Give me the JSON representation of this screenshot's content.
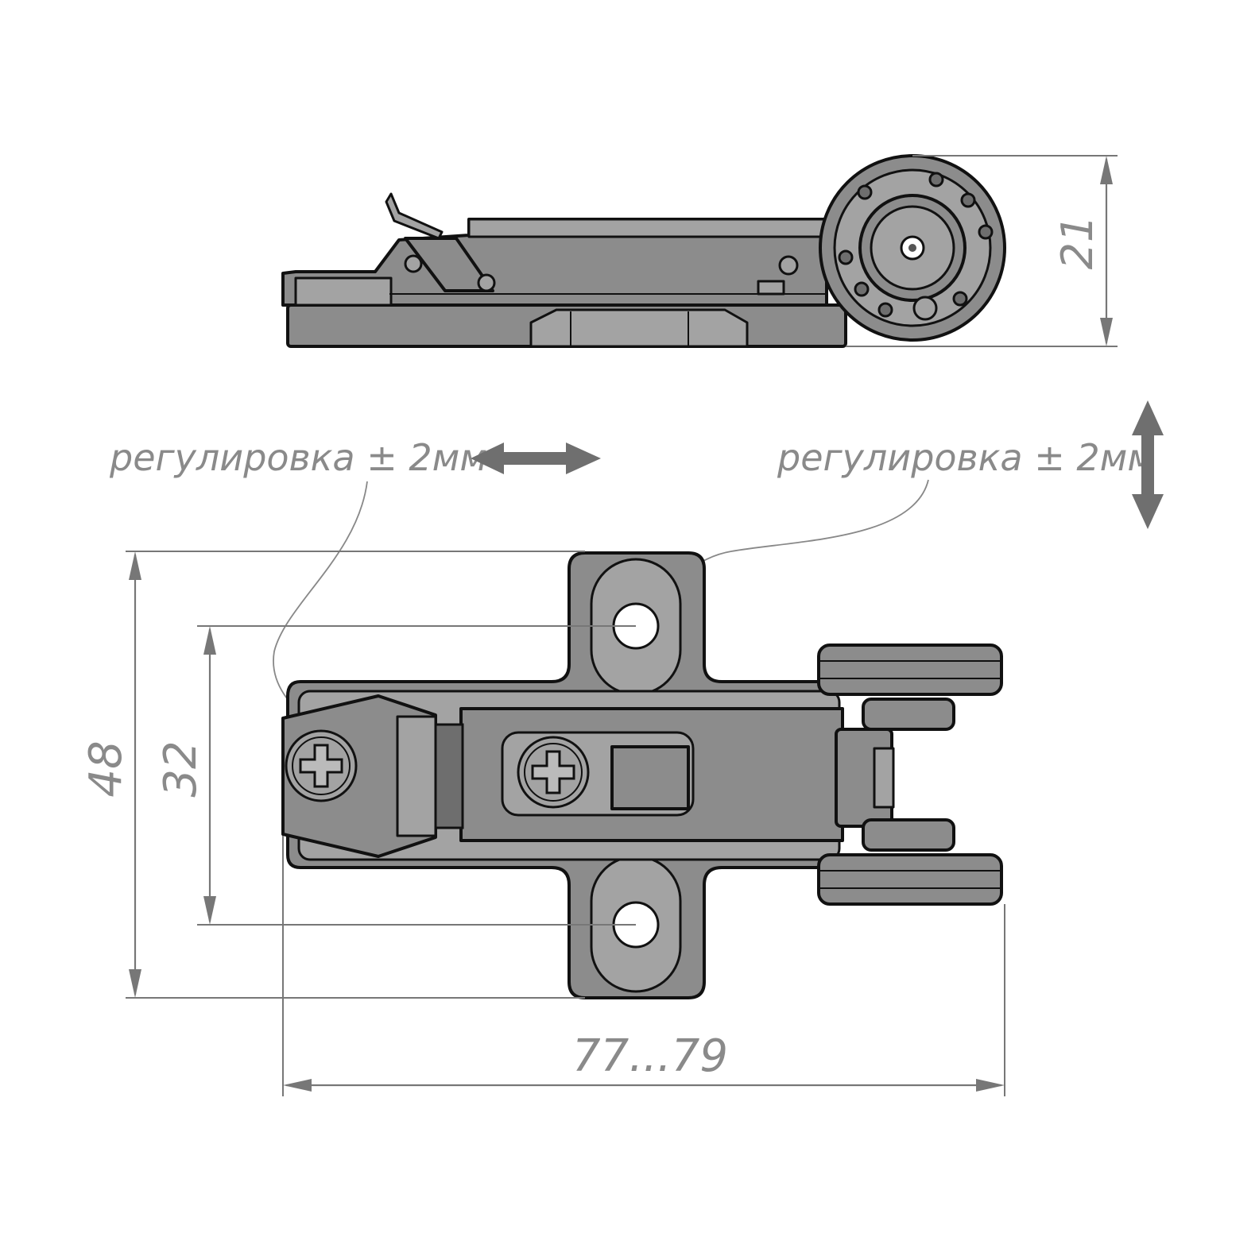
{
  "dimensions": {
    "height_side": "21",
    "width_total": "48",
    "hole_spacing": "32",
    "length": "77...79"
  },
  "labels": {
    "adjust_horizontal": "регулировка ± 2мм",
    "adjust_vertical": "регулировка ± 2мм"
  },
  "colors": {
    "part_fill": "#8c8c8c",
    "outline": "#111111",
    "dimension": "#777777"
  }
}
